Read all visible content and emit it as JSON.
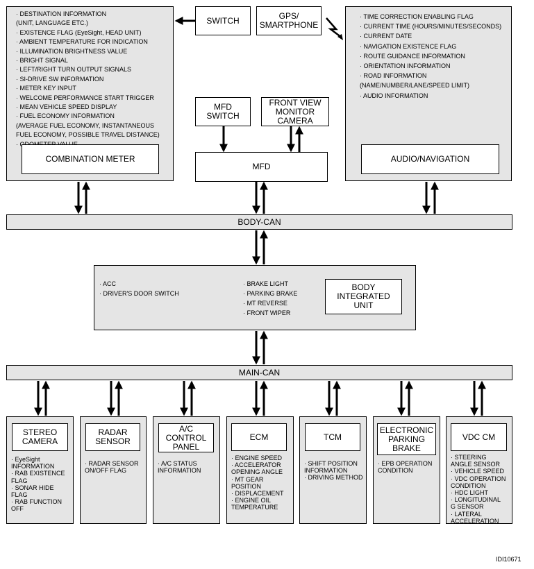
{
  "combination_meter": {
    "items": [
      "· DESTINATION INFORMATION\n  (UNIT, LANGUAGE ETC.)",
      "· EXISTENCE FLAG (EyeSight, HEAD UNIT)",
      "· AMBIENT TEMPERATURE FOR INDICATION",
      "· ILLUMINATION BRIGHTNESS VALUE",
      "· BRIGHT SIGNAL",
      "· LEFT/RIGHT TURN OUTPUT SIGNALS",
      "· SI-DRIVE SW INFORMATION",
      "· METER KEY INPUT",
      "· WELCOME PERFORMANCE START TRIGGER",
      "· MEAN VEHICLE SPEED DISPLAY",
      "· FUEL ECONOMY INFORMATION\n  (AVERAGE FUEL ECONOMY, INSTANTANEOUS\n  FUEL ECONOMY, POSSIBLE TRAVEL DISTANCE)",
      "· ODOMETER VALUE"
    ],
    "label": "COMBINATION METER"
  },
  "switch_label": "SWITCH",
  "gps_label": "GPS/\nSMARTPHONE",
  "mfd_switch_label": "MFD\nSWITCH",
  "front_camera_label": "FRONT VIEW\nMONITOR\nCAMERA",
  "mfd_label": "MFD",
  "audio_navigation": {
    "items": [
      "· TIME CORRECTION ENABLING FLAG",
      "· CURRENT TIME (HOURS/MINUTES/SECONDS)",
      "· CURRENT DATE",
      "· NAVIGATION EXISTENCE FLAG",
      "· ROUTE GUIDANCE INFORMATION",
      "· ORIENTATION INFORMATION",
      "· ROAD INFORMATION\n  (NAME/NUMBER/LANE/SPEED LIMIT)",
      "· AUDIO INFORMATION"
    ],
    "label": "AUDIO/NAVIGATION"
  },
  "body_can_label": "BODY-CAN",
  "body_integrated": {
    "left_items": [
      "· ACC",
      "· DRIVER'S DOOR SWITCH"
    ],
    "right_items": [
      "· BRAKE LIGHT",
      "· PARKING BRAKE",
      "· MT REVERSE",
      "· FRONT WIPER"
    ],
    "label": "BODY\nINTEGRATED\nUNIT"
  },
  "main_can_label": "MAIN-CAN",
  "modules": [
    {
      "name": "STEREO\nCAMERA",
      "items": [
        "· EyeSight\n  INFORMATION",
        "· RAB EXISTENCE\n  FLAG",
        "· SONAR HIDE\n  FLAG",
        "· RAB FUNCTION\n  OFF"
      ]
    },
    {
      "name": "RADAR\nSENSOR",
      "items": [
        "· RADAR SENSOR\n  ON/OFF FLAG"
      ]
    },
    {
      "name": "A/C\nCONTROL\nPANEL",
      "items": [
        "· A/C STATUS\n  INFORMATION"
      ]
    },
    {
      "name": "ECM",
      "items": [
        "· ENGINE SPEED",
        "· ACCELERATOR\n  OPENING ANGLE",
        "· MT GEAR\n  POSITION",
        "· DISPLACEMENT",
        "· ENGINE OIL\n  TEMPERATURE"
      ]
    },
    {
      "name": "TCM",
      "items": [
        "· SHIFT POSITION\n  INFORMATION",
        "· DRIVING METHOD"
      ]
    },
    {
      "name": "ELECTRONIC\nPARKING\nBRAKE",
      "items": [
        "· EPB OPERATION\n  CONDITION"
      ]
    },
    {
      "name": "VDC CM",
      "items": [
        "· STEERING\n  ANGLE SENSOR",
        "· VEHICLE SPEED",
        "· VDC OPERATION\n  CONDITION",
        "· HDC LIGHT",
        "· LONGITUDINAL\n  G SENSOR",
        "· LATERAL\n  ACCELERATION"
      ]
    }
  ],
  "figure_code": "IDI10671"
}
